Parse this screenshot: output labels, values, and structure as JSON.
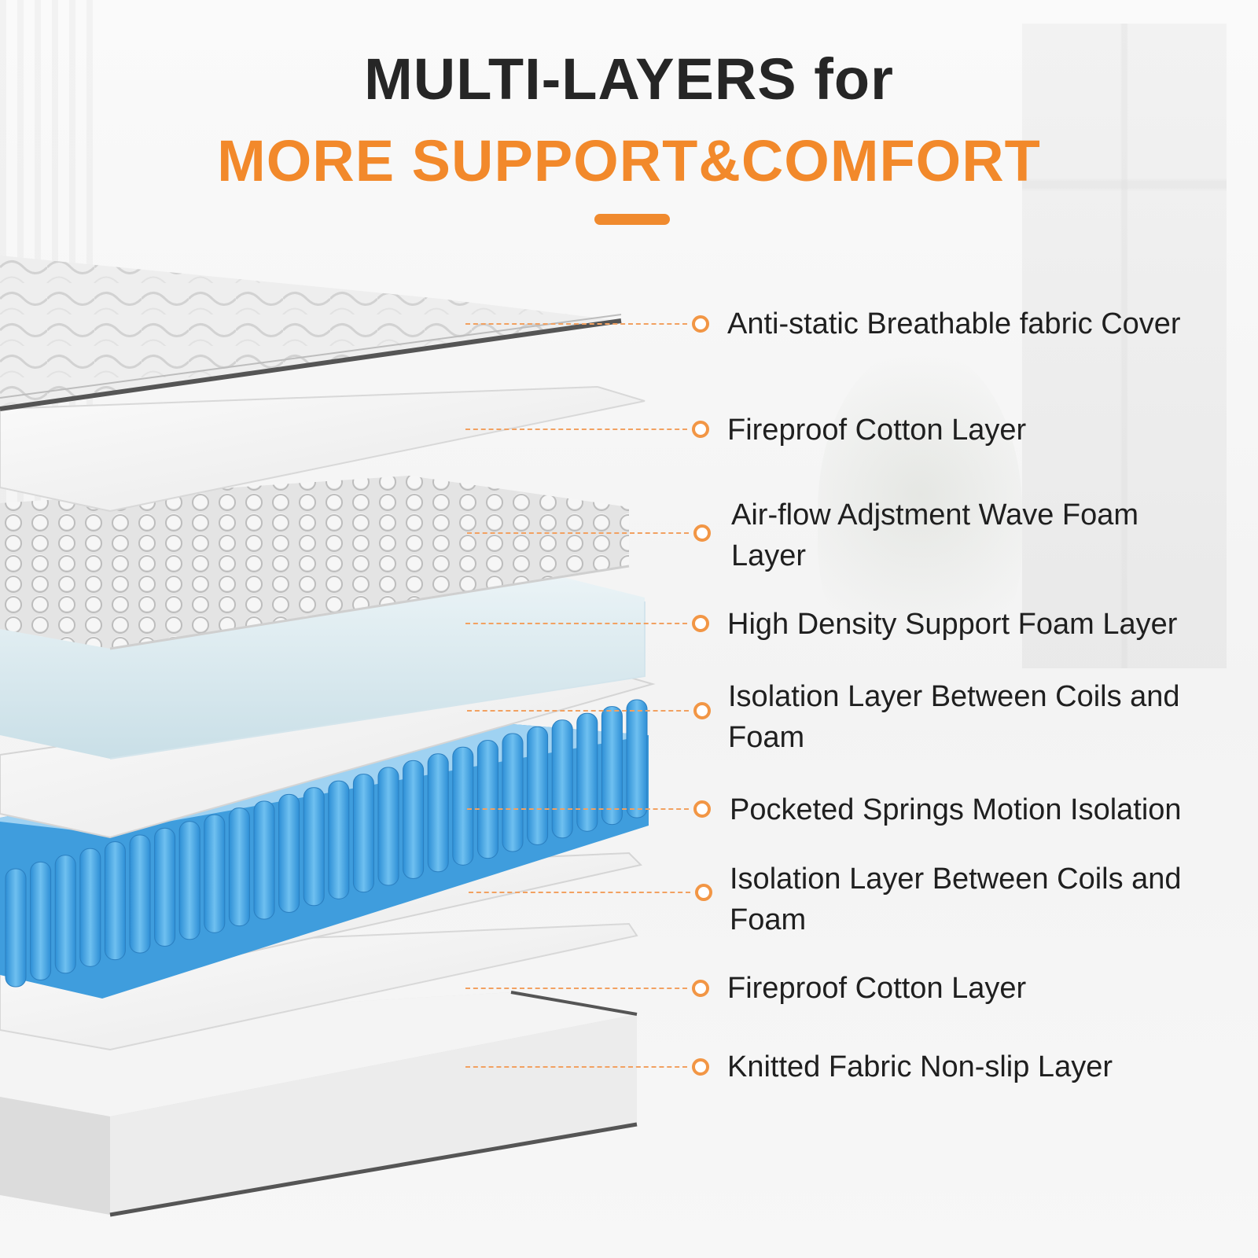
{
  "title": {
    "line1": "MULTI-LAYERS for",
    "line2": "MORE SUPPORT&COMFORT"
  },
  "colors": {
    "accent": "#f2892b",
    "title_dark": "#262626",
    "spring_blue": "#4aa6e3"
  },
  "layers": [
    {
      "label": "Anti-static Breathable fabric Cover"
    },
    {
      "label": "Fireproof Cotton Layer"
    },
    {
      "label": "Air-flow Adjstment Wave Foam Layer"
    },
    {
      "label": "High Density Support Foam Layer"
    },
    {
      "label": "Isolation Layer Between Coils and Foam"
    },
    {
      "label": "Pocketed Springs Motion Isolation"
    },
    {
      "label": "Isolation Layer Between Coils and Foam"
    },
    {
      "label": "Fireproof Cotton Layer"
    },
    {
      "label": "Knitted Fabric Non-slip Layer"
    }
  ]
}
